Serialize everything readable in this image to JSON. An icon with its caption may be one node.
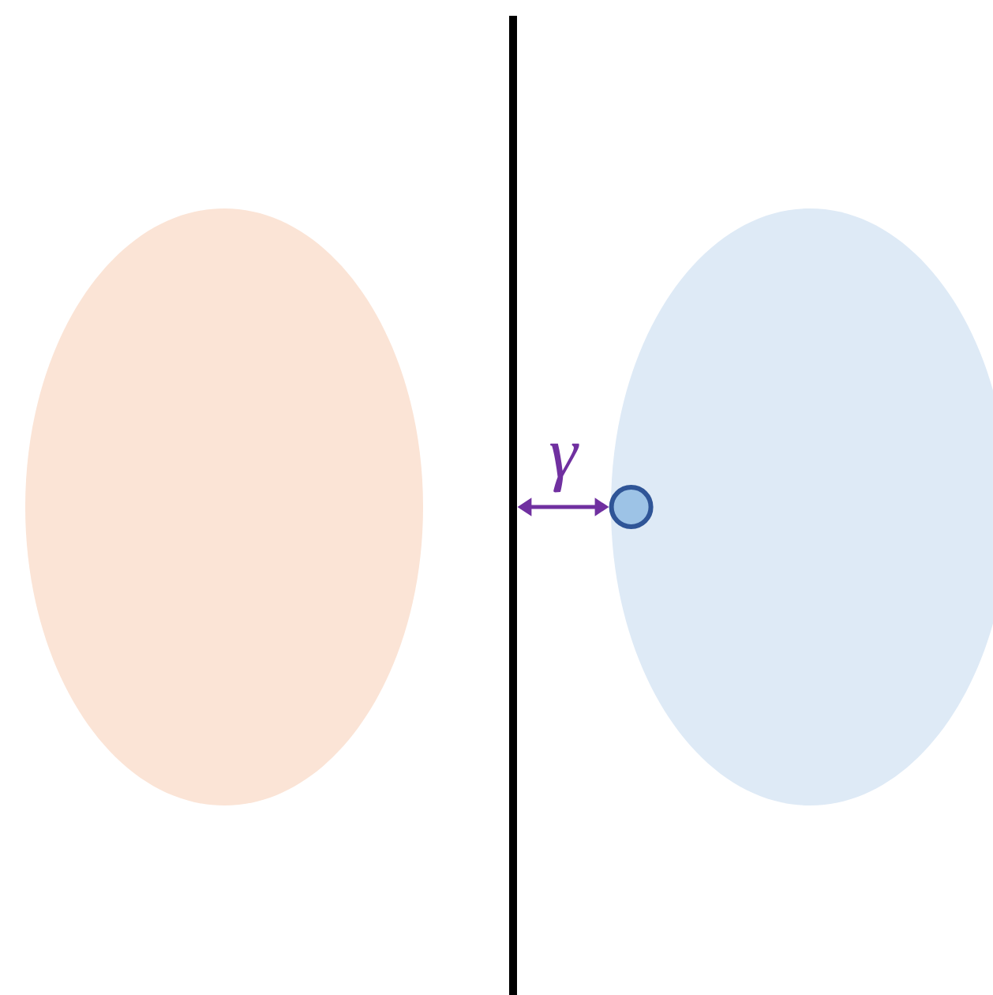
{
  "diagram": {
    "nodes": [
      {
        "text": [],
        "shape": "ellipse"
      },
      {
        "text": [],
        "shape": "line"
      },
      {
        "text": [],
        "shape": "ellipse"
      },
      {
        "text": [],
        "shape": "circle",
        "in": 2
      }
    ],
    "edges": [
      {
        "from": 1,
        "to": 3,
        "arrow": "both",
        "label": "γ"
      }
    ]
  }
}
